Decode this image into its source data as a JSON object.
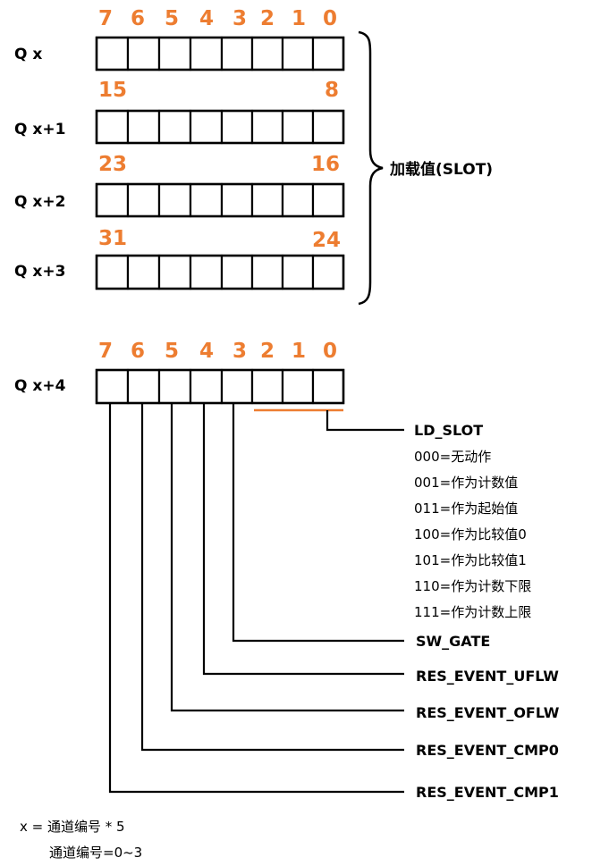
{
  "top_bit_numbers": [
    "7",
    "6",
    "5",
    "4",
    "3",
    "2",
    "1",
    "0"
  ],
  "rows": [
    {
      "label": "Q x",
      "high": "",
      "low": ""
    },
    {
      "label": "Q x+1",
      "high": "15",
      "low": "8"
    },
    {
      "label": "Q x+2",
      "high": "23",
      "low": "16"
    },
    {
      "label": "Q x+3",
      "high": "31",
      "low": "24"
    }
  ],
  "brace_label": "加载值(SLOT)",
  "control_row": {
    "label": "Q x+4",
    "bit_numbers": [
      "7",
      "6",
      "5",
      "4",
      "3",
      "2",
      "1",
      "0"
    ]
  },
  "ld_slot": {
    "name": "LD_SLOT",
    "options": [
      "000=无动作",
      "001=作为计数值",
      "011=作为起始值",
      "100=作为比较值0",
      "101=作为比较值1",
      "110=作为计数下限",
      "111=作为计数上限"
    ]
  },
  "signals": [
    {
      "name": "SW_GATE",
      "bit": 3
    },
    {
      "name": "RES_EVENT_UFLW",
      "bit": 4
    },
    {
      "name": "RES_EVENT_OFLW",
      "bit": 5
    },
    {
      "name": "RES_EVENT_CMP0",
      "bit": 6
    },
    {
      "name": "RES_EVENT_CMP1",
      "bit": 7
    }
  ],
  "footnote": {
    "line1": "x = 通道编号 * 5",
    "line2": "通道编号=0~3"
  },
  "colors": {
    "accent": "#ED7D31",
    "line": "#000000"
  }
}
